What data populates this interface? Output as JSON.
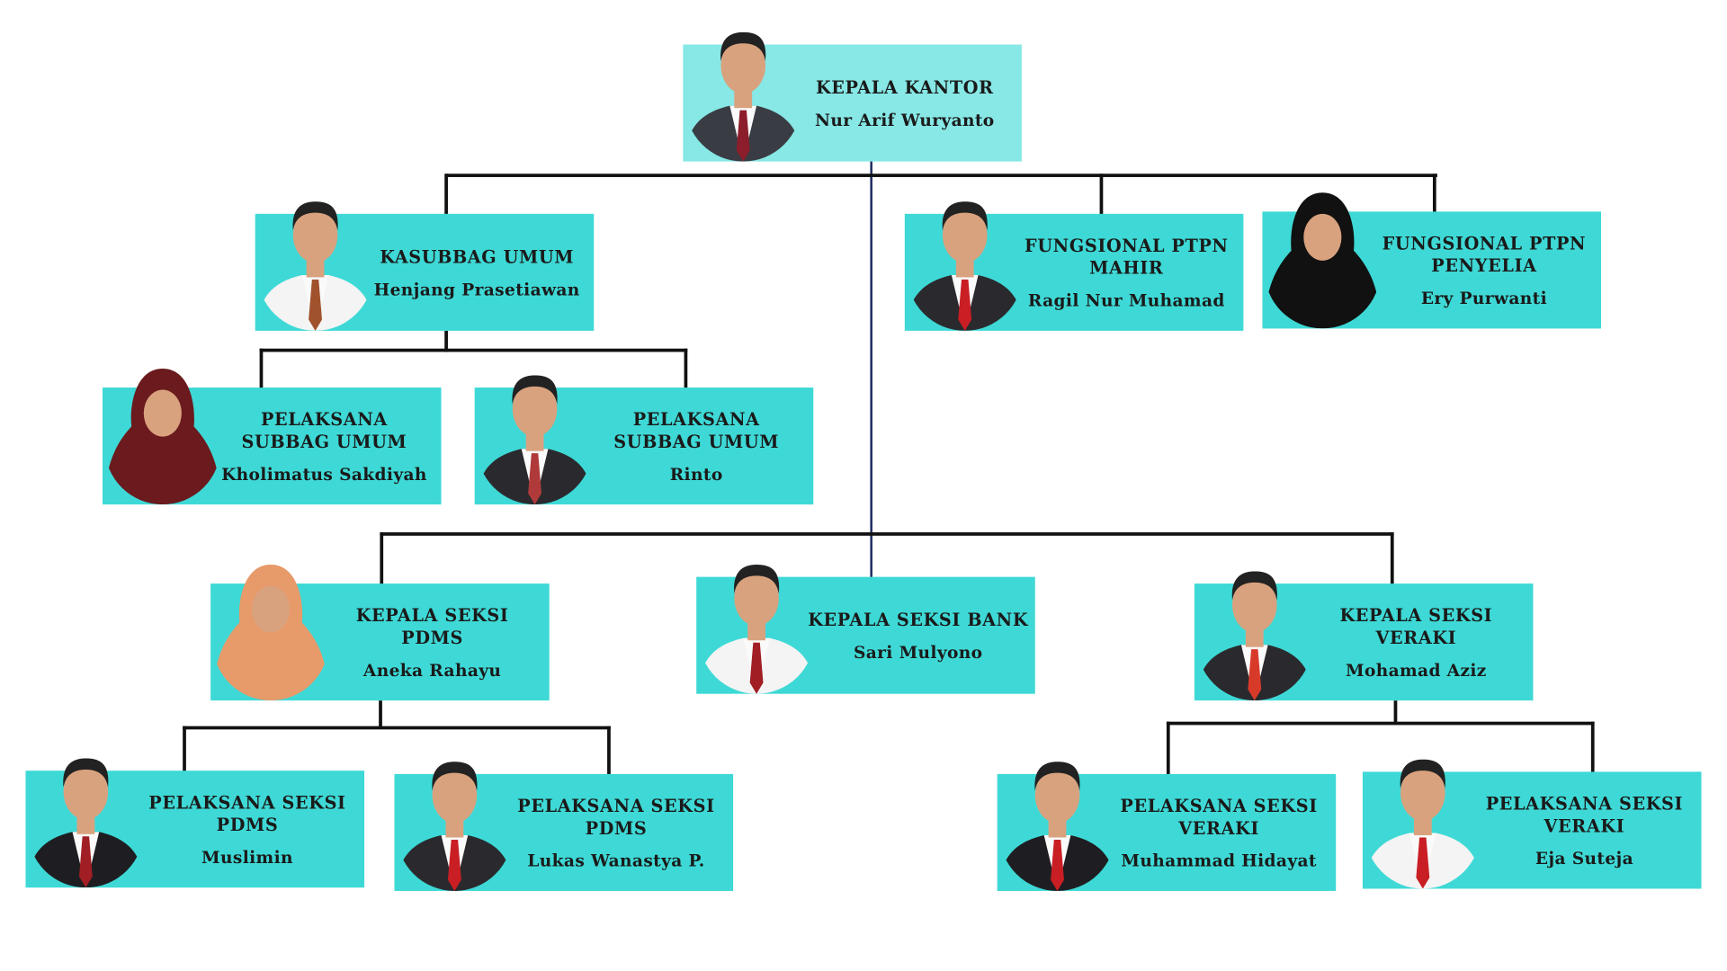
{
  "title": "Organization Chart",
  "colors": {
    "box": "#3ed9d6",
    "head_box": "#87e8e6",
    "connector": "#111111",
    "main_trunk": "#1b2a5e"
  },
  "nodes": [
    {
      "role": "KEPALA KANTOR",
      "name": "Nur Arif Wuryanto",
      "tie": "#8b1e2a",
      "suit": "#3a3c44"
    },
    {
      "role": "KASUBBAG UMUM",
      "name": "Henjang Prasetiawan",
      "tie": "#a0522d",
      "suit": "#f4f4f4"
    },
    {
      "role": "FUNGSIONAL PTPN MAHIR",
      "name": "Ragil Nur Muhamad",
      "tie": "#c81e24",
      "suit": "#2a2a2e"
    },
    {
      "role": "FUNGSIONAL PTPN PENYELIA",
      "name": "Ery Purwanti",
      "tie": "",
      "suit": "#111111"
    },
    {
      "role": "PELAKSANA SUBBAG UMUM",
      "name": "Kholimatus Sakdiyah",
      "tie": "",
      "suit": "#6b1a1e"
    },
    {
      "role": "PELAKSANA SUBBAG UMUM",
      "name": "Rinto",
      "tie": "#b03a3a",
      "suit": "#2a2a2e"
    },
    {
      "role": "KEPALA SEKSI PDMS",
      "name": "Aneka Rahayu",
      "tie": "",
      "suit": "#e79a6a"
    },
    {
      "role": "KEPALA SEKSI BANK",
      "name": "Sari Mulyono",
      "tie": "#a01e24",
      "suit": "#f4f4f4"
    },
    {
      "role": "KEPALA SEKSI VERAKI",
      "name": "Mohamad Aziz",
      "tie": "#d83a2a",
      "suit": "#2a2a2e"
    },
    {
      "role": "PELAKSANA SEKSI PDMS",
      "name": "Muslimin",
      "tie": "#a01e24",
      "suit": "#1e1e22"
    },
    {
      "role": "PELAKSANA SEKSI PDMS",
      "name": "Lukas Wanastya P.",
      "tie": "#c81e24",
      "suit": "#2a2a2e"
    },
    {
      "role": "PELAKSANA SEKSI VERAKI",
      "name": "Muhammad Hidayat",
      "tie": "#c81e24",
      "suit": "#1e1e22"
    },
    {
      "role": "PELAKSANA SEKSI VERAKI",
      "name": "Eja Suteja",
      "tie": "#c81e24",
      "suit": "#f4f4f4"
    }
  ]
}
